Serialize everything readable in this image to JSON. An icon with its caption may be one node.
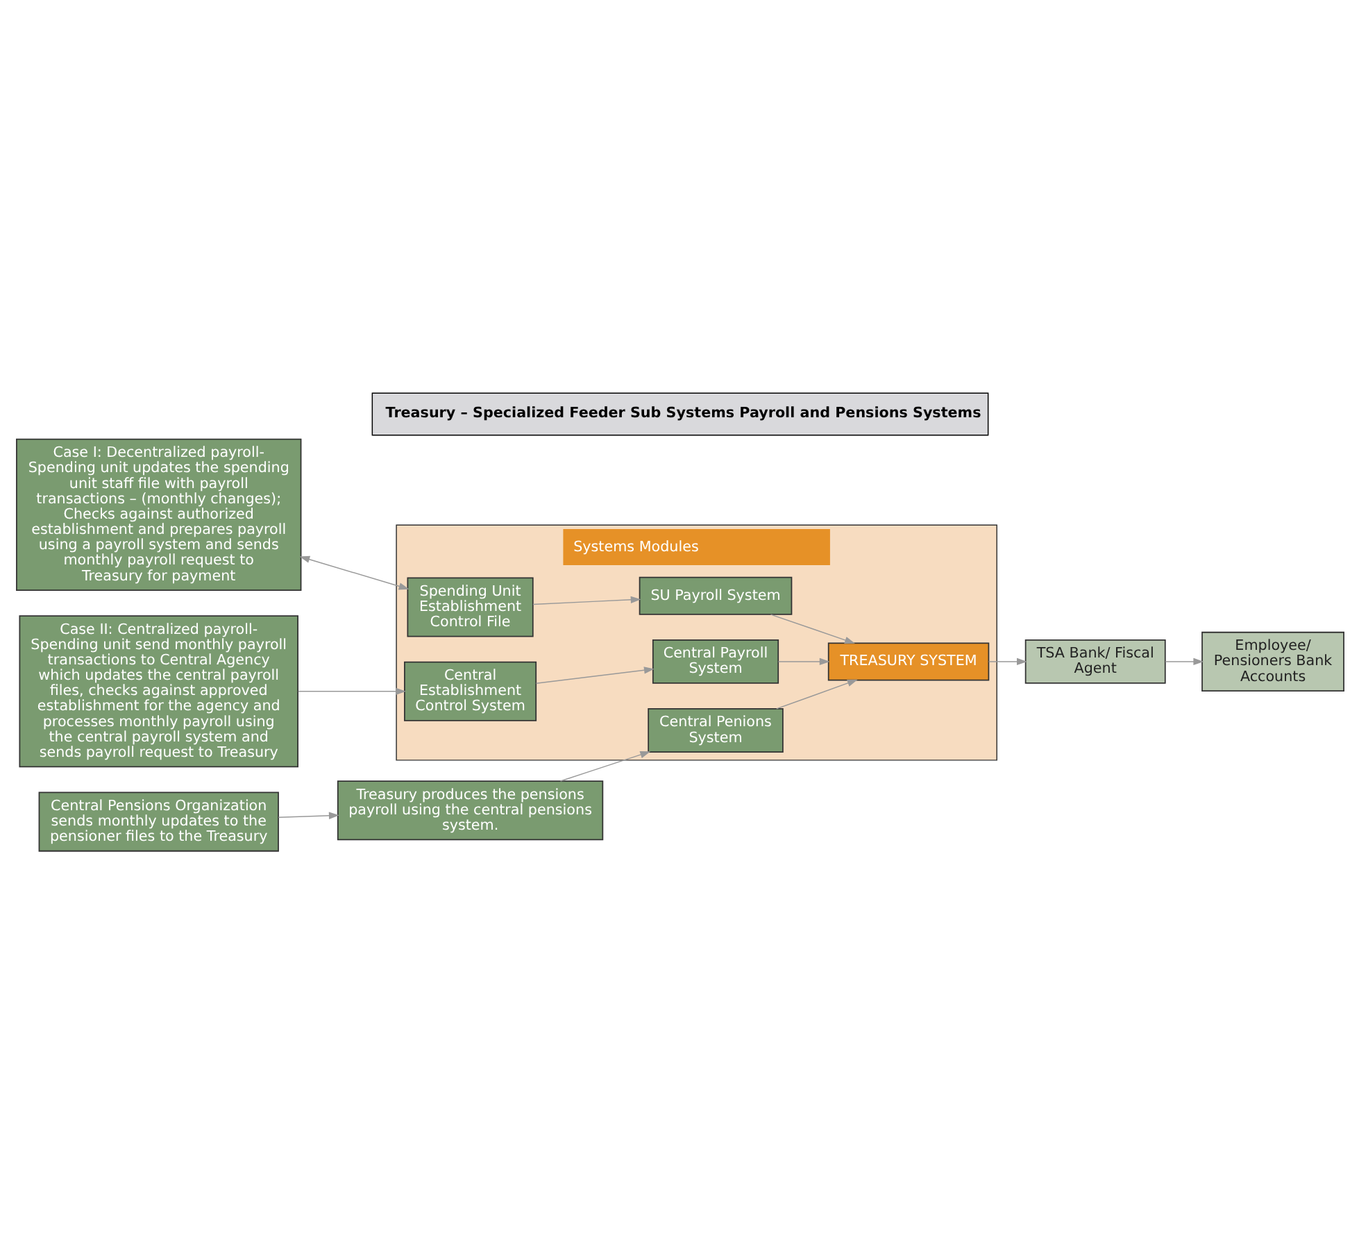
{
  "diagram": {
    "title": "Treasury – Specialized Feeder Sub Systems Payroll and Pensions Systems",
    "nodes": [
      {
        "text": [
          "Case I: Decentralized payroll-Spending unit updates the spending unit staff file with payroll transactions – (monthly changes); Checks against authorized establishment and prepares payroll using a payroll system and sends monthly payroll request to Treasury for payment"
        ]
      },
      {
        "text": [
          "Case II: Centralized payroll-Spending unit send monthly payroll transactions to Central Agency which updates the central payroll files, checks against approved establishment for the agency and processes monthly payroll using the central payroll system and sends payroll request to Treasury"
        ]
      },
      {
        "text": [
          "Central Pensions Organization sends monthly updates to the pensioner files to the Treasury"
        ]
      },
      {
        "text": [
          "Treasury produces the pensions payroll using the central pensions system."
        ]
      },
      {
        "text": [
          "Systems Modules"
        ]
      },
      {
        "text": [
          "Spending Unit Establishment Control File"
        ],
        "in": 4
      },
      {
        "text": [
          "SU Payroll System"
        ],
        "in": 4
      },
      {
        "text": [
          "Central Establishment Control System"
        ],
        "in": 4
      },
      {
        "text": [
          "Central Payroll System"
        ],
        "in": 4
      },
      {
        "text": [
          "Central Penions System"
        ],
        "in": 4
      },
      {
        "text": [
          "TREASURY SYSTEM"
        ],
        "in": 4
      },
      {
        "text": [
          "Employee/ Pensioners Bank Accounts"
        ]
      },
      {
        "text": [
          "TSA Bank/ Fiscal Agent"
        ]
      }
    ],
    "edges": [
      {
        "from": 0,
        "to": 5,
        "arrow": "both"
      },
      {
        "from": 5,
        "to": 6,
        "arrow": "to"
      },
      {
        "from": 6,
        "to": 10,
        "arrow": "to"
      },
      {
        "from": 1,
        "to": 7,
        "arrow": "to"
      },
      {
        "from": 7,
        "to": 8,
        "arrow": "to"
      },
      {
        "from": 8,
        "to": 10,
        "arrow": "to"
      },
      {
        "from": 9,
        "to": 10,
        "arrow": "to"
      },
      {
        "from": 2,
        "to": 3,
        "arrow": "to"
      },
      {
        "from": 3,
        "to": 9,
        "arrow": "to"
      },
      {
        "from": 10,
        "to": 12,
        "arrow": "to"
      },
      {
        "from": 12,
        "to": 11,
        "arrow": "to"
      }
    ]
  }
}
